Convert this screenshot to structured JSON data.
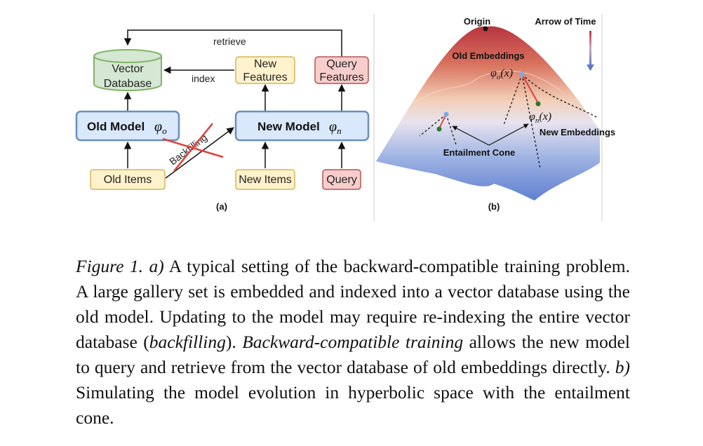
{
  "panel_a": {
    "retrieve_label": "retrieve",
    "index_label": "index",
    "vector_db_line1": "Vector",
    "vector_db_line2": "Database",
    "new_features_line1": "New",
    "new_features_line2": "Features",
    "query_features_line1": "Query",
    "query_features_line2": "Features",
    "old_model_label": "Old Model",
    "old_model_symbol": "φo",
    "new_model_label": "New Model",
    "new_model_symbol": "φn",
    "backfilling_label": "Backfilling",
    "old_items_label": "Old Items",
    "new_items_label": "New Items",
    "query_label": "Query",
    "panel_label": "(a)",
    "colors": {
      "database_fill": "#d5e8d4",
      "database_stroke": "#82b366",
      "model_fill": "#dae8fc",
      "model_stroke": "#6c8ebf",
      "feature_fill": "#fff2cc",
      "feature_stroke": "#d6b656",
      "query_fill": "#f8cecc",
      "query_stroke": "#b85450",
      "strike_color": "#e0403a"
    }
  },
  "panel_b": {
    "origin_label": "Origin",
    "arrow_of_time_label": "Arrow of Time",
    "old_embeddings_label": "Old Embeddings",
    "phi_o_label": "φo(x)",
    "phi_n_label": "φn(x)",
    "new_embeddings_label": "New Embeddings",
    "entailment_cone_label": "Entailment Cone",
    "panel_label": "(b)"
  },
  "caption": {
    "figure_label": "Figure 1.",
    "part_a_label": "a)",
    "text_1": " A typical setting of the backward-compatible training problem. A large gallery set is embedded and indexed into a vector database using the old model. Updating to the model may require re-indexing the entire vector database (",
    "backfilling_term": "backfilling",
    "text_2": "). ",
    "bct_term": "Backward-compatible training",
    "text_3": " allows the new model to query and retrieve from the vector database of old embeddings directly. ",
    "part_b_label": "b)",
    "text_4": " Simulating the model evolution in hyperbolic space with the entailment cone."
  }
}
